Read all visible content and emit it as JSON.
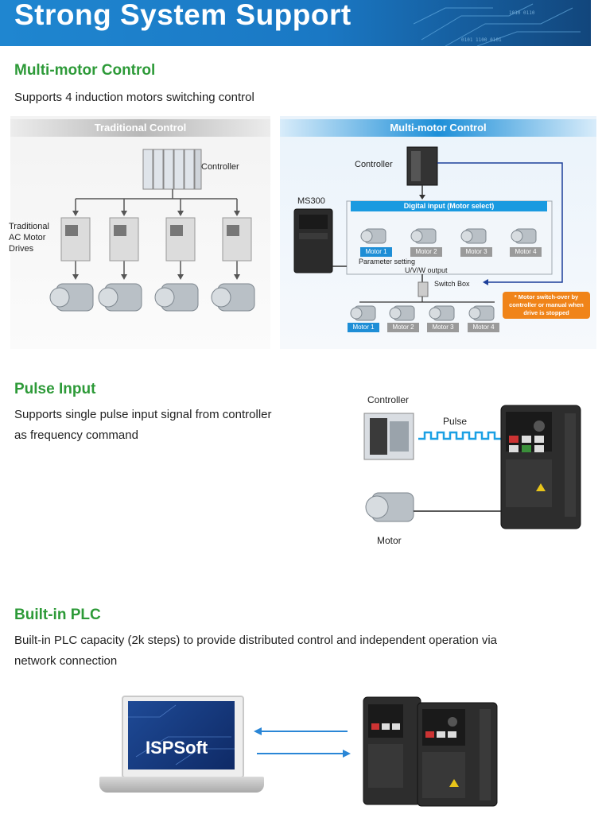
{
  "banner": {
    "title": "Strong System Support"
  },
  "multi_motor": {
    "title": "Multi-motor Control",
    "desc": "Supports 4 induction motors switching control",
    "traditional": {
      "header": "Traditional Control",
      "controller": "Controller",
      "drives_label": "Traditional AC Motor Drives"
    },
    "multi": {
      "header": "Multi-motor Control",
      "controller": "Controller",
      "drive": "MS300",
      "digital_input": "Digital input (Motor select)",
      "motors_top": [
        "Motor 1",
        "Motor 2",
        "Motor 3",
        "Motor 4"
      ],
      "param_setting": "Parameter setting",
      "uvw_output": "U/V/W output",
      "switch_box": "Switch Box",
      "motors_bottom": [
        "Motor 1",
        "Motor 2",
        "Motor 3",
        "Motor 4"
      ],
      "note": "* Motor switch-over by controller or manual when drive is stopped"
    }
  },
  "pulse": {
    "title": "Pulse Input",
    "desc_line1": "Supports single pulse input signal from controller",
    "desc_line2": "as frequency command",
    "controller": "Controller",
    "pulse_label": "Pulse",
    "motor": "Motor"
  },
  "plc": {
    "title": "Built-in PLC",
    "desc_line1": "Built-in PLC capacity (2k steps) to provide distributed control and independent operation via",
    "desc_line2": "network connection",
    "software": "ISPSoft"
  },
  "colors": {
    "accent_green": "#2d9a38",
    "brand_blue": "#1a86d0",
    "note_orange": "#f08419"
  }
}
